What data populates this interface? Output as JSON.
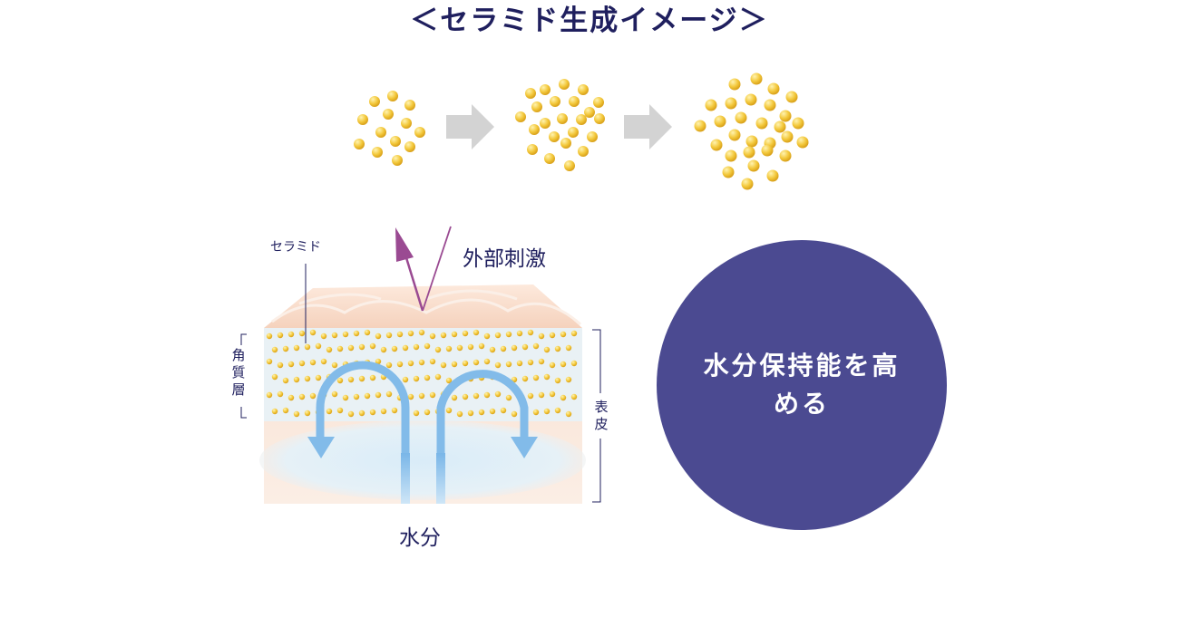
{
  "title": "＜セラミド生成イメージ＞",
  "labels": {
    "ceramide": "セラミド",
    "external_stimulus": "外部刺激",
    "water": "水分",
    "stratum_corneum": "角質層",
    "epidermis": "表皮"
  },
  "circle": {
    "text": "水分保持能を高める"
  },
  "colors": {
    "navy_text": "#1f1f5e",
    "circle_fill": "#4b4a91",
    "particle": "#f3c83b",
    "gray_arrow": "#d3d3d3",
    "purple_arrow": "#9a4a92",
    "water_arrow": "#86bde8",
    "skin": "#f8e4d6"
  },
  "icons": [
    "ceramide-particle-icon",
    "gray-right-arrow-icon",
    "external-stimulus-arrow-icon",
    "water-arrow-icon"
  ]
}
